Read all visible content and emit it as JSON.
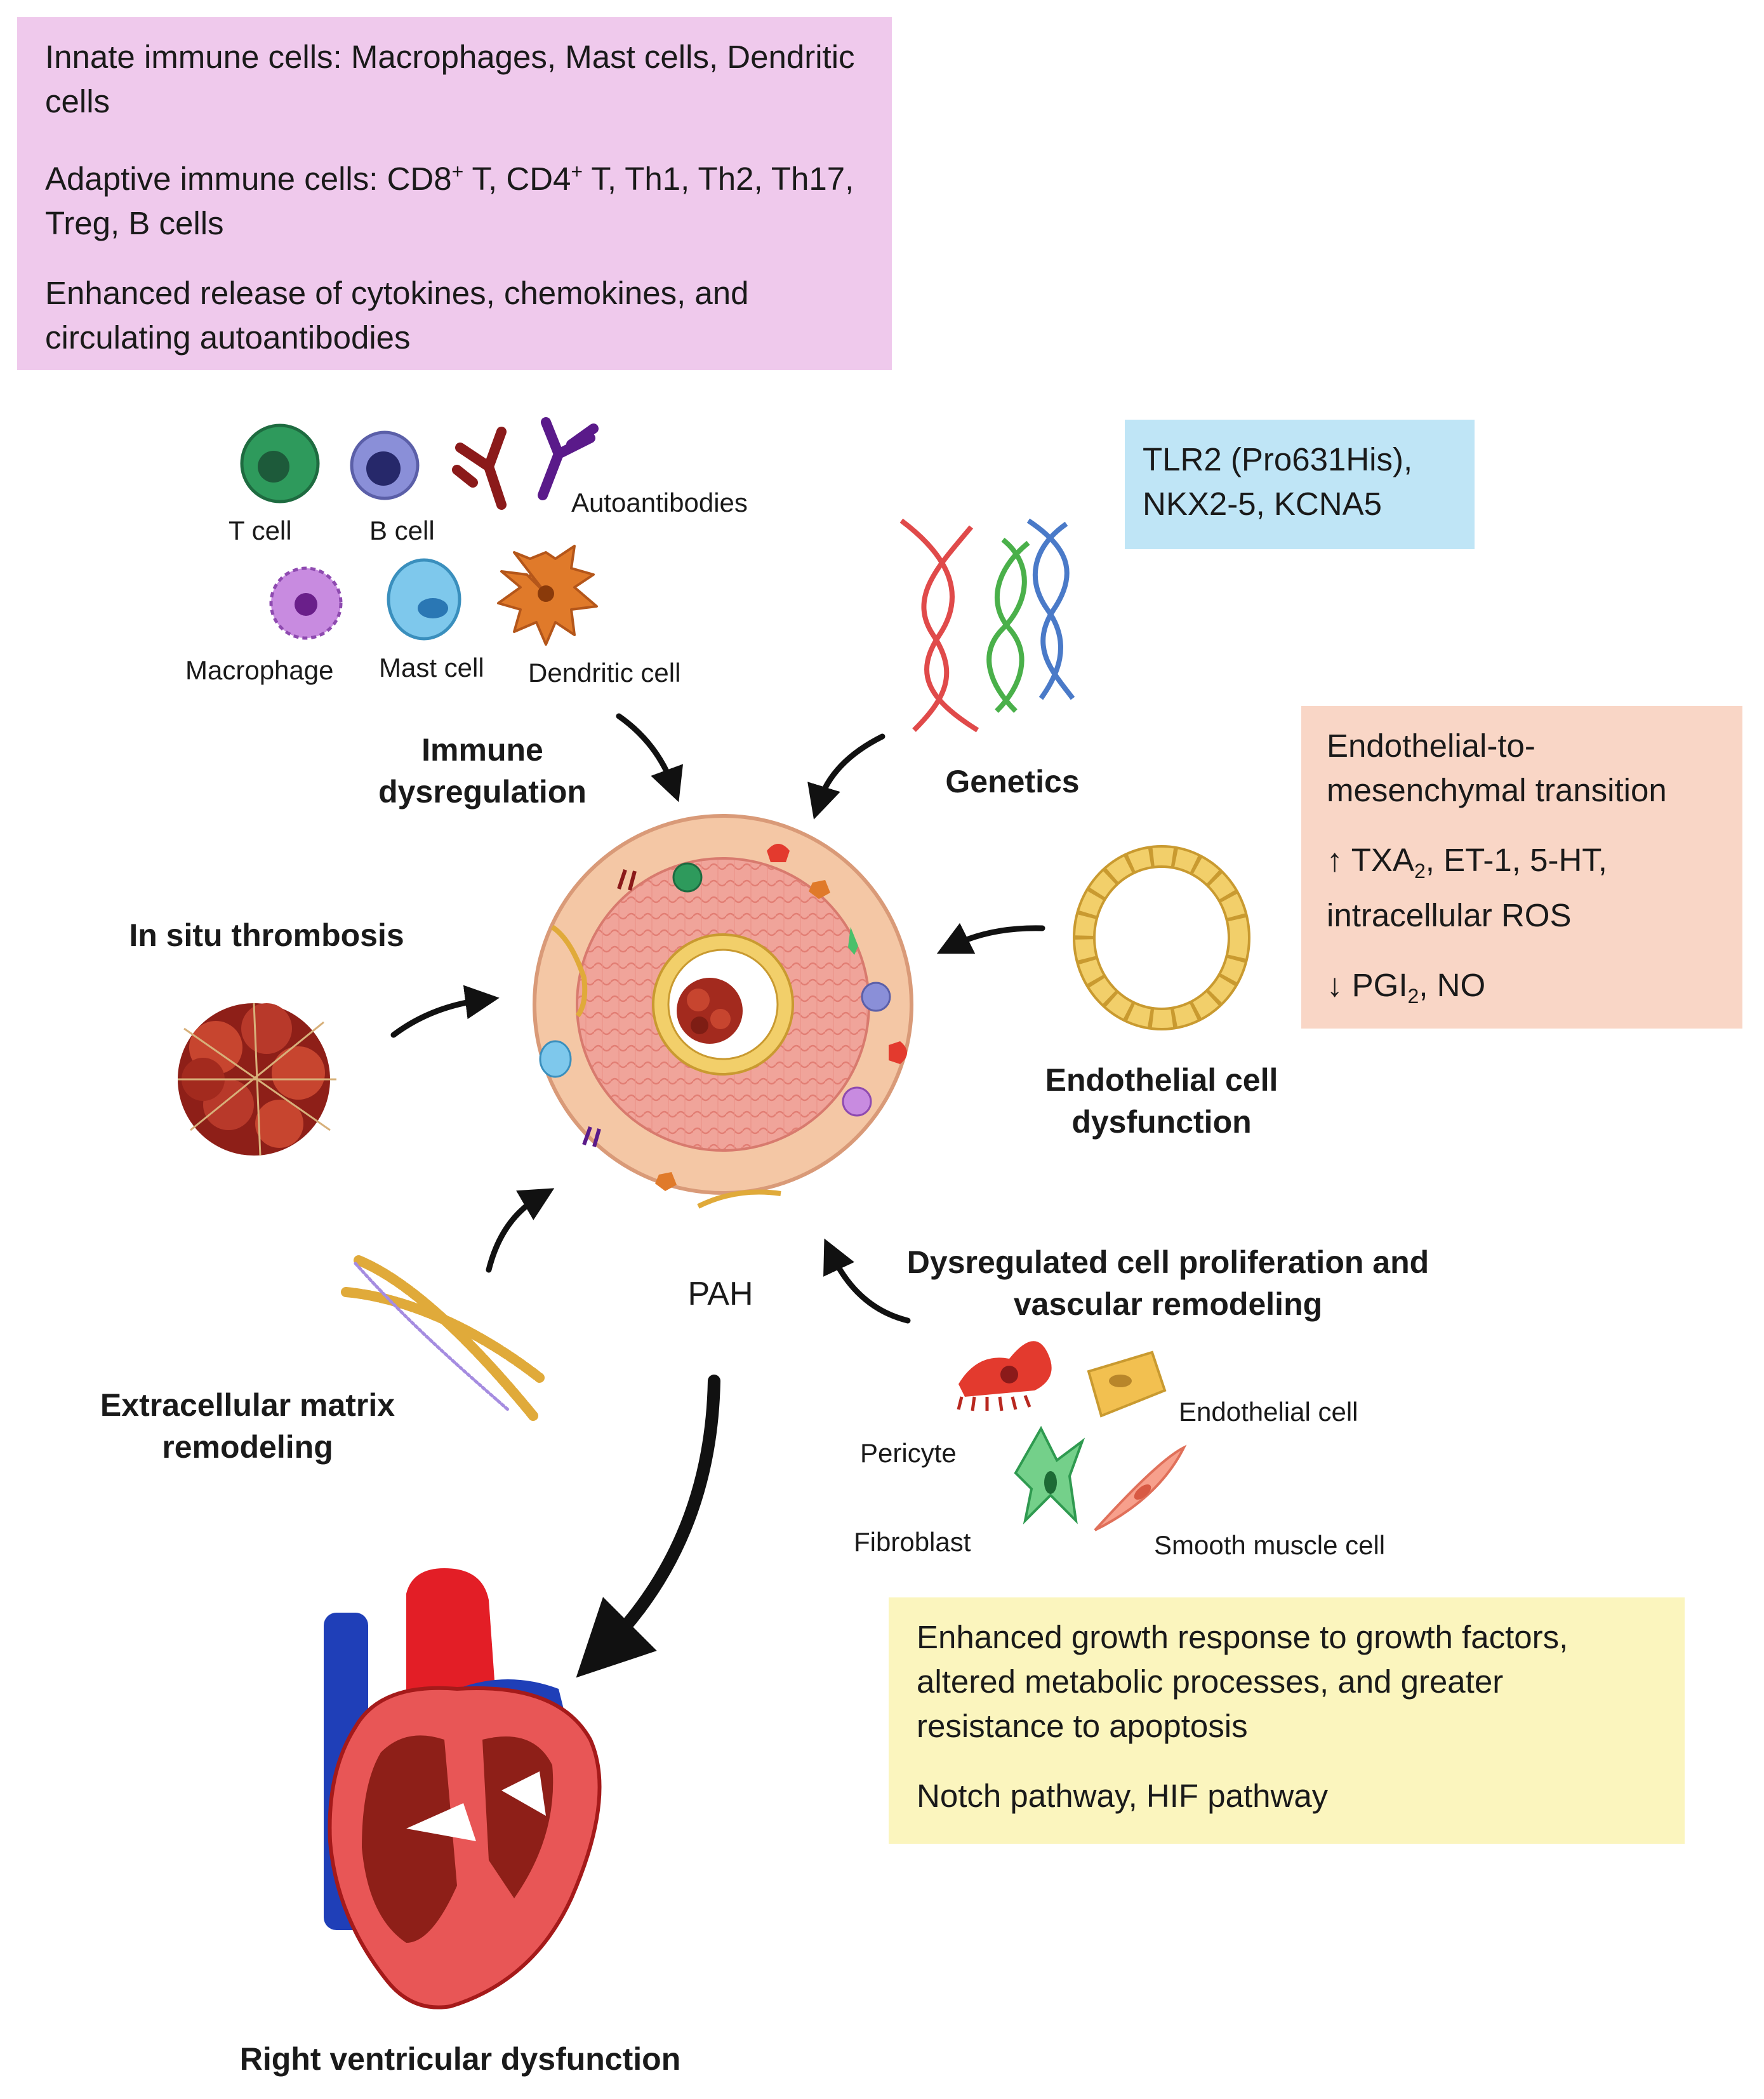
{
  "boxes": {
    "immune": {
      "line1": "Innate immune cells: Macrophages, Mast cells, Dendritic cells",
      "line2_prefix": "Adaptive immune cells: CD8",
      "line2_mid": " T, CD4",
      "line2_suffix": " T, Th1, Th2, Th17, Treg, B cells",
      "sup_plus": "+",
      "line3": "Enhanced release of cytokines, chemokines, and circulating autoantibodies"
    },
    "genetics": {
      "text": "TLR2 (Pro631His), NKX2-5, KCNA5"
    },
    "endothelial": {
      "line1": "Endothelial-to-mesenchymal transition",
      "line2_a": "↑ TXA",
      "line2_sub": "2",
      "line2_b": ", ET-1, 5-HT, intracellular ROS",
      "line3_a": "↓ PGI",
      "line3_sub": "2",
      "line3_b": ", NO"
    },
    "proliferation": {
      "line1": "Enhanced growth response to growth factors, altered metabolic processes, and greater resistance to apoptosis",
      "line2": "Notch pathway, HIF pathway"
    }
  },
  "labels": {
    "immune_dysregulation": "Immune dysregulation",
    "genetics": "Genetics",
    "in_situ_thrombosis": "In situ thrombosis",
    "endothelial_dysfunction": "Endothelial cell dysfunction",
    "ecm_remodeling": "Extracellular matrix remodeling",
    "dysregulated_proliferation": "Dysregulated cell proliferation and vascular remodeling",
    "pah": "PAH",
    "rv_dysfunction": "Right ventricular dysfunction"
  },
  "cell_captions": {
    "t_cell": "T cell",
    "b_cell": "B cell",
    "autoantibodies": "Autoantibodies",
    "macrophage": "Macrophage",
    "mast_cell": "Mast cell",
    "dendritic_cell": "Dendritic cell",
    "pericyte": "Pericyte",
    "endothelial_cell": "Endothelial cell",
    "fibroblast": "Fibroblast",
    "smooth_muscle_cell": "Smooth muscle cell"
  },
  "colors": {
    "immune_box": "#efc9ec",
    "genetics_box": "#bfe5f6",
    "endothelial_box": "#f9d6c6",
    "proliferation_box": "#fbf5be",
    "t_cell": "#2e9a5c",
    "b_cell": "#8a8fd8",
    "antibody_red": "#8b1a1a",
    "antibody_purple": "#5a1a8a",
    "macrophage": "#c88be0",
    "mast_cell": "#7ec8ec",
    "dendritic_cell": "#e07a2a",
    "vessel_outer": "#f4c7a5",
    "vessel_media": "#f0a49a",
    "endothelium": "#f2cf6a",
    "clot": "#a32a1e",
    "heart_red": "#c8202a",
    "heart_blue": "#1f3fb8"
  }
}
